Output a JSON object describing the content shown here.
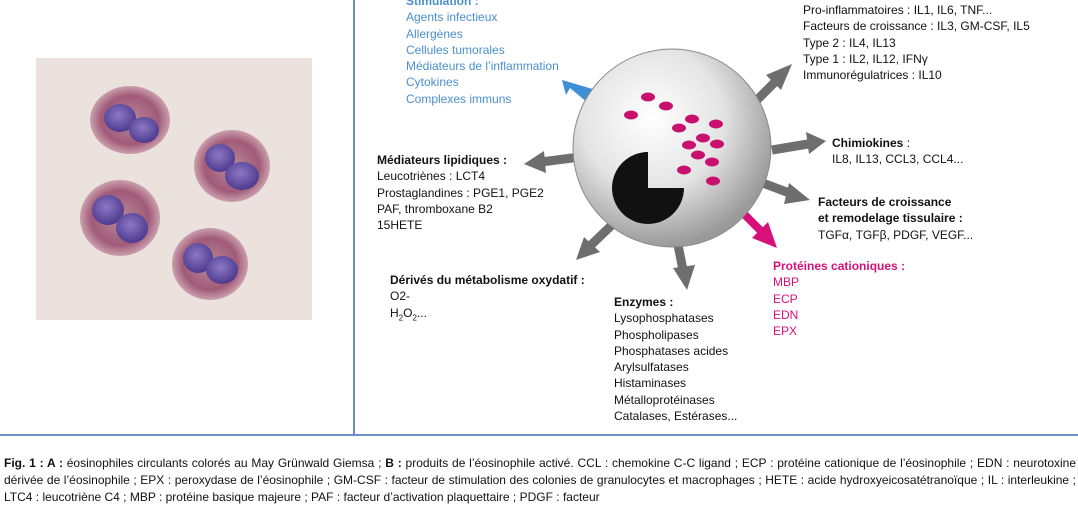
{
  "panel_a": {
    "image_description_name": "eosinophils-micrograph"
  },
  "stimulation": {
    "title": "Stimulation :",
    "items": [
      "Agents infectieux",
      "Allergènes",
      "Cellules tumorales",
      "Médiateurs de l’inflammation",
      "Cytokines",
      "Complexes immuns"
    ]
  },
  "cytokines": {
    "lines": [
      "Pro-inflammatoires : IL1, IL6, TNF...",
      "Facteurs de croissance : IL3, GM-CSF, IL5",
      "Type 2 : IL4, IL13",
      "Type 1 : IL2, IL12, IFNγ",
      "Immunorégulatrices : IL10"
    ]
  },
  "chimiokines": {
    "title": "Chimiokines",
    "title_suffix": " :",
    "lines": [
      "IL8, IL13, CCL3, CCL4..."
    ]
  },
  "lipid": {
    "title": "Médiateurs lipidiques  :",
    "lines": [
      "Leucotriènes : LCT4",
      "Prostaglandines : PGE1, PGE2",
      "PAF, thromboxane B2",
      "15HETE"
    ]
  },
  "growth": {
    "title_lines": [
      "Facteurs de croissance",
      "et remodelage tissulaire :"
    ],
    "lines": [
      "TGFα, TGFβ, PDGF, VEGF..."
    ]
  },
  "oxidative": {
    "title": "Dérivés du métabolisme oxydatif :",
    "line1": "O2-",
    "h2o2_h": "H",
    "h2o2_sub1": "2",
    "h2o2_o": "O",
    "h2o2_sub2": "2",
    "h2o2_tail": "..."
  },
  "enzymes": {
    "title": "Enzymes :",
    "lines": [
      "Lysophosphatases",
      "Phospholipases",
      "Phosphatases acides",
      "Arylsulfatases",
      "Histaminases",
      "Métalloprotéinases",
      "Catalases, Estérases..."
    ]
  },
  "cationic": {
    "title": "Protéines cationiques :",
    "lines": [
      "MBP",
      "ECP",
      "EDN",
      "EPX"
    ]
  },
  "caption": {
    "label": "Fig. 1 : A :",
    "text1": " éosinophiles circulants colorés au May Grünwald Giemsa ; ",
    "label_b": "B :",
    "text2": " produits de l’éosinophile activé. CCL : chemokine C-C ligand ; ECP : protéine cationique de l’éosinophile ; EDN : neurotoxine dérivée de l’éosinophile ; EPX : peroxydase de l’éosinophile ; GM-CSF : facteur de stimulation des colonies de granulocytes et macrophages ; HETE : acide hydroxyeicosatétranoïque ; IL : interleukine ; LTC4 : leucotriène C4 ; MBP : protéine basique majeure ; PAF : facteur d’activation plaquettaire ; PDGF : facteur"
  },
  "colors": {
    "accent_blue": "#4a8fcf",
    "accent_pink": "#d8117a",
    "arrow_gray": "#6e6e6e",
    "frame_blue": "#6b8fc4"
  }
}
